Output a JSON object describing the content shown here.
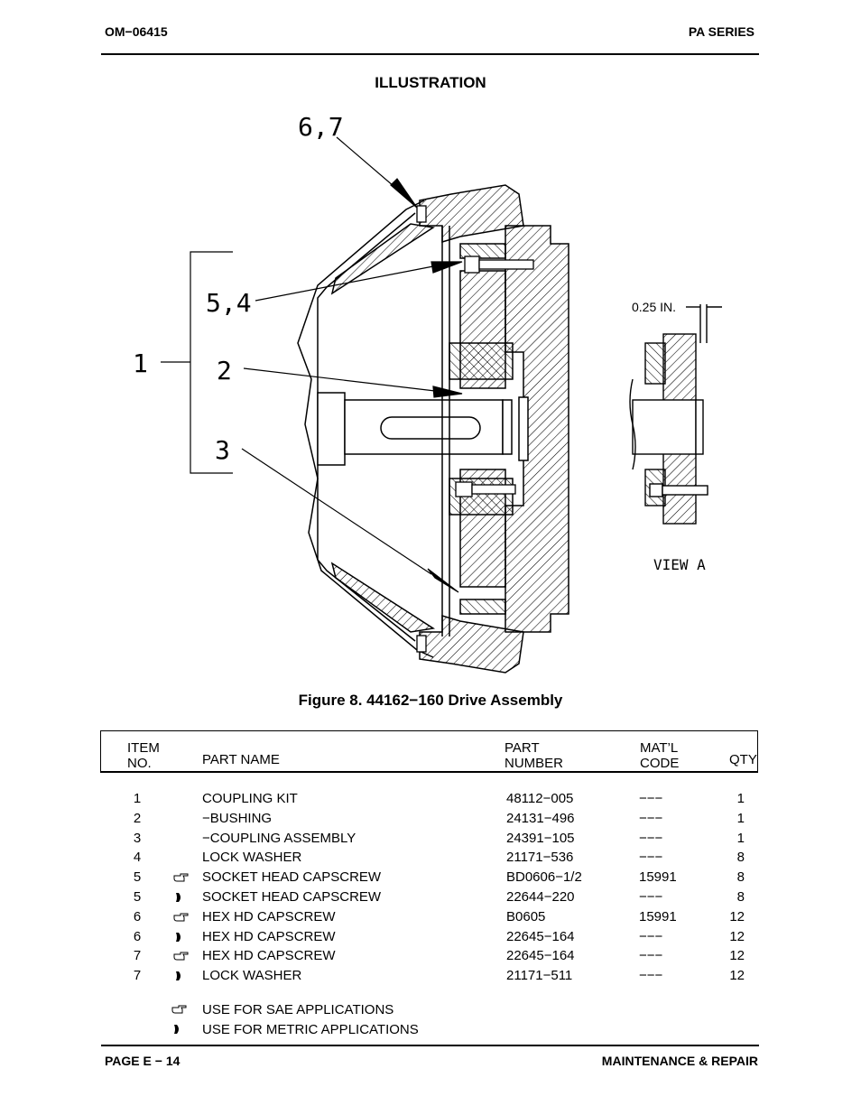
{
  "header": {
    "doc_number": "OM−06415",
    "series": "PA SERIES"
  },
  "section_title": "ILLUSTRATION",
  "figure": {
    "callouts": [
      "6,7",
      "5,4",
      "1",
      "2",
      "3"
    ],
    "dimension_label": "0.25 IN.",
    "view_label": "VIEW  A",
    "caption": "Figure 8. 44162−160 Drive Assembly"
  },
  "table": {
    "headers": {
      "item": [
        "ITEM",
        "NO."
      ],
      "part_name": "PART NAME",
      "part_number": [
        "PART",
        "NUMBER"
      ],
      "matl_code": [
        "MAT’L",
        "CODE"
      ],
      "qty": "QTY"
    },
    "rows": [
      {
        "item": "1",
        "symbol": "",
        "name": "COUPLING KIT",
        "part_number": "48112−005",
        "matl_code": "−−−",
        "qty": "1"
      },
      {
        "item": "2",
        "symbol": "",
        "name": "−BUSHING",
        "part_number": "24131−496",
        "matl_code": "−−−",
        "qty": "1"
      },
      {
        "item": "3",
        "symbol": "",
        "name": "−COUPLING ASSEMBLY",
        "part_number": "24391−105",
        "matl_code": "−−−",
        "qty": "1"
      },
      {
        "item": "4",
        "symbol": "",
        "name": "LOCK WASHER",
        "part_number": "21171−536",
        "matl_code": "−−−",
        "qty": "8"
      },
      {
        "item": "5",
        "symbol": "sae-hand-icon",
        "name": "SOCKET HEAD CAPSCREW",
        "part_number": "BD0606−1/2",
        "matl_code": "15991",
        "qty": "8"
      },
      {
        "item": "5",
        "symbol": "metric-pointer-icon",
        "name": "SOCKET HEAD CAPSCREW",
        "part_number": "22644−220",
        "matl_code": "−−−",
        "qty": "8"
      },
      {
        "item": "6",
        "symbol": "sae-hand-icon",
        "name": "HEX HD CAPSCREW",
        "part_number": "B0605",
        "matl_code": "15991",
        "qty": "12"
      },
      {
        "item": "6",
        "symbol": "metric-pointer-icon",
        "name": "HEX HD CAPSCREW",
        "part_number": "22645−164",
        "matl_code": "−−−",
        "qty": "12"
      },
      {
        "item": "7",
        "symbol": "sae-hand-icon",
        "name": "HEX HD CAPSCREW",
        "part_number": "22645−164",
        "matl_code": "−−−",
        "qty": "12"
      },
      {
        "item": "7",
        "symbol": "metric-pointer-icon",
        "name": "LOCK WASHER",
        "part_number": "21171−511",
        "matl_code": "−−−",
        "qty": "12"
      }
    ]
  },
  "legend": [
    {
      "symbol": "sae-hand-icon",
      "text": "USE FOR SAE APPLICATIONS"
    },
    {
      "symbol": "metric-pointer-icon",
      "text": "USE FOR METRIC APPLICATIONS"
    }
  ],
  "footer": {
    "page": "PAGE E − 14",
    "section": "MAINTENANCE & REPAIR"
  }
}
